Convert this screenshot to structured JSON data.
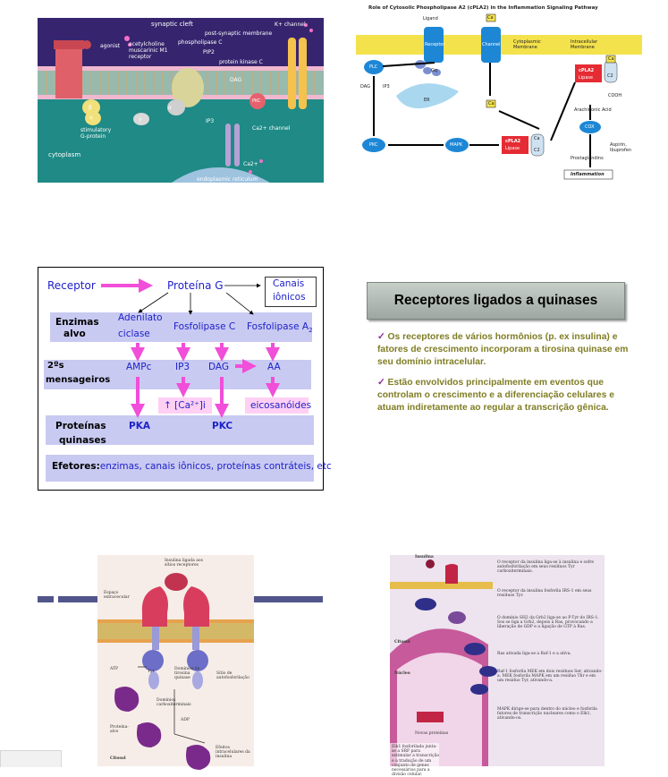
{
  "slide1": {
    "synaptic_cleft": "synaptic cleft",
    "agonist": "agonist",
    "ach_receptor": "acetylcholine muscarinic M1 receptor",
    "phospholipase_c": "phospholipase C",
    "pip2": "PIP2",
    "post_membrane": "post-synaptic membrane",
    "protein_kinase_c": "protein kinase C",
    "k_channel": "K+ channel",
    "dag": "DAG",
    "pkc": "PKC",
    "stim_gprotein": "stimulatory G-protein",
    "ip3": "IP3",
    "ca_channel": "Ca2+ channel",
    "cytoplasm": "cytoplasm",
    "er": "endoplasmic reticulum",
    "alpha": "α",
    "beta": "β",
    "gamma": "γ",
    "ca": "Ca2+"
  },
  "slide2": {
    "title": "Role of Cytosolic Phospholipase A2 (cPLA2) in the Inflammation Signaling Pathway",
    "ligand": "Ligand",
    "ca": "Ca",
    "receptor": "Receptor",
    "channel": "Channel",
    "cyto_membrane": "Cytoplasmic Membrane",
    "intra_membrane": "Intracellular Membrane",
    "plc": "PLC",
    "dag": "DAG",
    "ip3": "IP3",
    "gq": "Gq",
    "er": "ER",
    "cpla2": "cPLA2",
    "lipase": "Lipase",
    "c2": "C2",
    "cooh": "COOH",
    "arachidonic": "Arachidonic Acid",
    "cox": "COX",
    "aspirin": "Aspirin, Ibuprofen",
    "prostaglandins": "Prostaglandins",
    "inflammation": "Inflammation",
    "pkc": "PKC",
    "mapk": "MAPK"
  },
  "slide3": {
    "receptor": "Receptor",
    "proteina_g": "Proteína G",
    "canais1": "Canais",
    "canais2": "iônicos",
    "enzimas1": "Enzimas",
    "enzimas2": "alvo",
    "adenilato1": "Adenilato",
    "adenilato2": "ciclase",
    "fosfolipase_c": "Fosfolipase C",
    "fosfolipase_a2": "Fosfolipase A",
    "a2_sub": "2",
    "mensageiros1": "2ºs",
    "mensageiros2": "mensageiros",
    "ampc": "AMPc",
    "ip3": "IP3",
    "dag": "DAG",
    "aa": "AA",
    "calcium": "↑ [Ca²⁺]i",
    "eicosanoides": "eicosanóides",
    "proteinas1": "Proteínas",
    "proteinas2": "quinases",
    "pka": "PKA",
    "pkc": "PKC",
    "efetores_label": "Efetores:",
    "efetores_text": "enzimas, canais iônicos, proteínas contráteis, etc"
  },
  "slide4": {
    "title": "Receptores ligados a quinases",
    "bullet1": "Os receptores de vários hormônios (p. ex insulina) e fatores de crescimento incorporam a tirosina quinase em seu domínio intracelular.",
    "bullet2": "Estão envolvidos principalmente em eventos que controlam o crescimento e a diferenciação celulares e atuam indiretamente ao regular a transcrição gênica.",
    "check": "✓"
  },
  "slide5": {
    "insulina": "Insulina ligada aos sítios receptores",
    "espaco": "Espaço extracecular",
    "atp": "ATP",
    "tyr": "Tyr",
    "dominios_tyr": "Domínios de tirosina quinase",
    "sitio_auto": "Sítio de autofosforilação",
    "dominios_carb": "Domínios carboxiterminais",
    "adp": "ADP",
    "proteina_alvo": "Proteína-alvo",
    "efeitos": "Efeitos intracelulares da insulina",
    "citosol": "Citosol"
  },
  "slide6": {
    "insulina": "Insulina",
    "step1": "O receptor da insulina liga-se à insulina e sofre autofosforilação em seus resíduos Tyr carboxiterminais.",
    "step2": "O receptor da insulina fosforila IRS-1 em seus resíduos Tyr.",
    "step3": "O domínio SH2 da Grb2 liga-se ao P-Tyr do IRS-1. Sos se liga a Grb2, depois à Ras, provocando a liberação de GDP e a ligação de GTP à Ras.",
    "step4": "Ras ativada liga-se a Raf-1 e a ativa.",
    "step5": "Raf-1 fosforila MEK em dois resíduos Ser, ativando-a. MEK fosforila MAPK em um resíduo Thr e em um resíduo Tyr, ativando-a.",
    "step6": "MAPK dirige-se para dentro do núcleo e fosforila fatores de transcrição nucleares como o Elk1, ativando-os.",
    "step7": "Elk1 fosforilada junta-se a SRF para estimular a transcrição e a tradução de um conjunto de genes necessários para a divisão celular.",
    "citosol": "Citosol",
    "nucleo": "Núcleo",
    "novas": "Novas proteínas"
  }
}
